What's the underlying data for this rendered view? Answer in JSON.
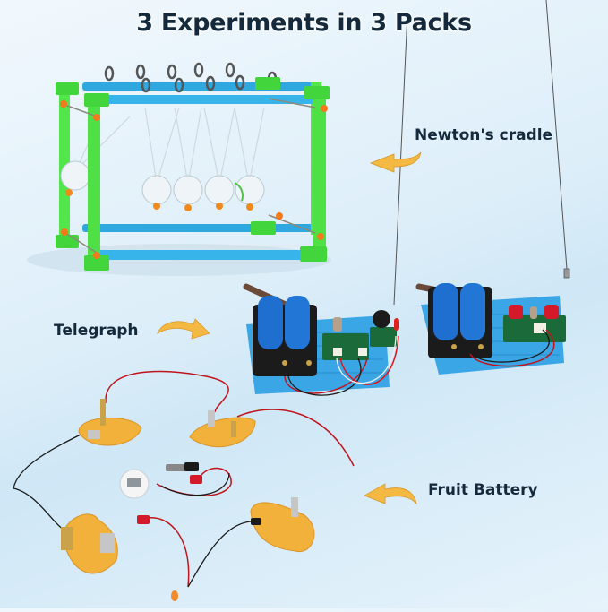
{
  "title": "3 Experiments in 3 Packs",
  "labels": {
    "newtons_cradle": "Newton's cradle",
    "telegraph": "Telegraph",
    "fruit_battery": "Fruit Battery"
  },
  "colors": {
    "background": "#ddeef9",
    "title_text": "#142a3c",
    "arrow": "#f4b942",
    "frame_green": "#52e64a",
    "frame_blue": "#2fa8e0",
    "board_blue": "#3aa6e6",
    "battery_blue": "#1f6fd0",
    "lemon": "#f2b13a",
    "wire_red": "#c0141c",
    "wire_black": "#1a1a1a"
  },
  "icons": {
    "newton_arrow": "curved-arrow-left-icon",
    "telegraph_arrow": "curved-arrow-right-icon",
    "fruit_arrow": "curved-arrow-left-icon"
  }
}
